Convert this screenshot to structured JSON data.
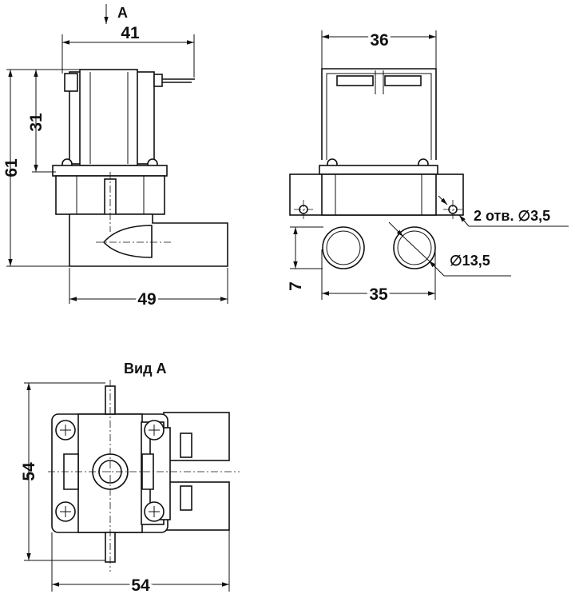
{
  "view_arrow_letter": "A",
  "view_a_title": "Вид А",
  "front_view": {
    "width": "41",
    "height_upper": "31",
    "height_total": "61",
    "length": "49"
  },
  "side_view": {
    "top_width": "36",
    "bottom_width": "35",
    "offset": "7",
    "holes_callout": "2 отв. ∅3,5",
    "port_diameter": "∅13,5"
  },
  "bottom_view": {
    "height": "54",
    "width": "54"
  }
}
